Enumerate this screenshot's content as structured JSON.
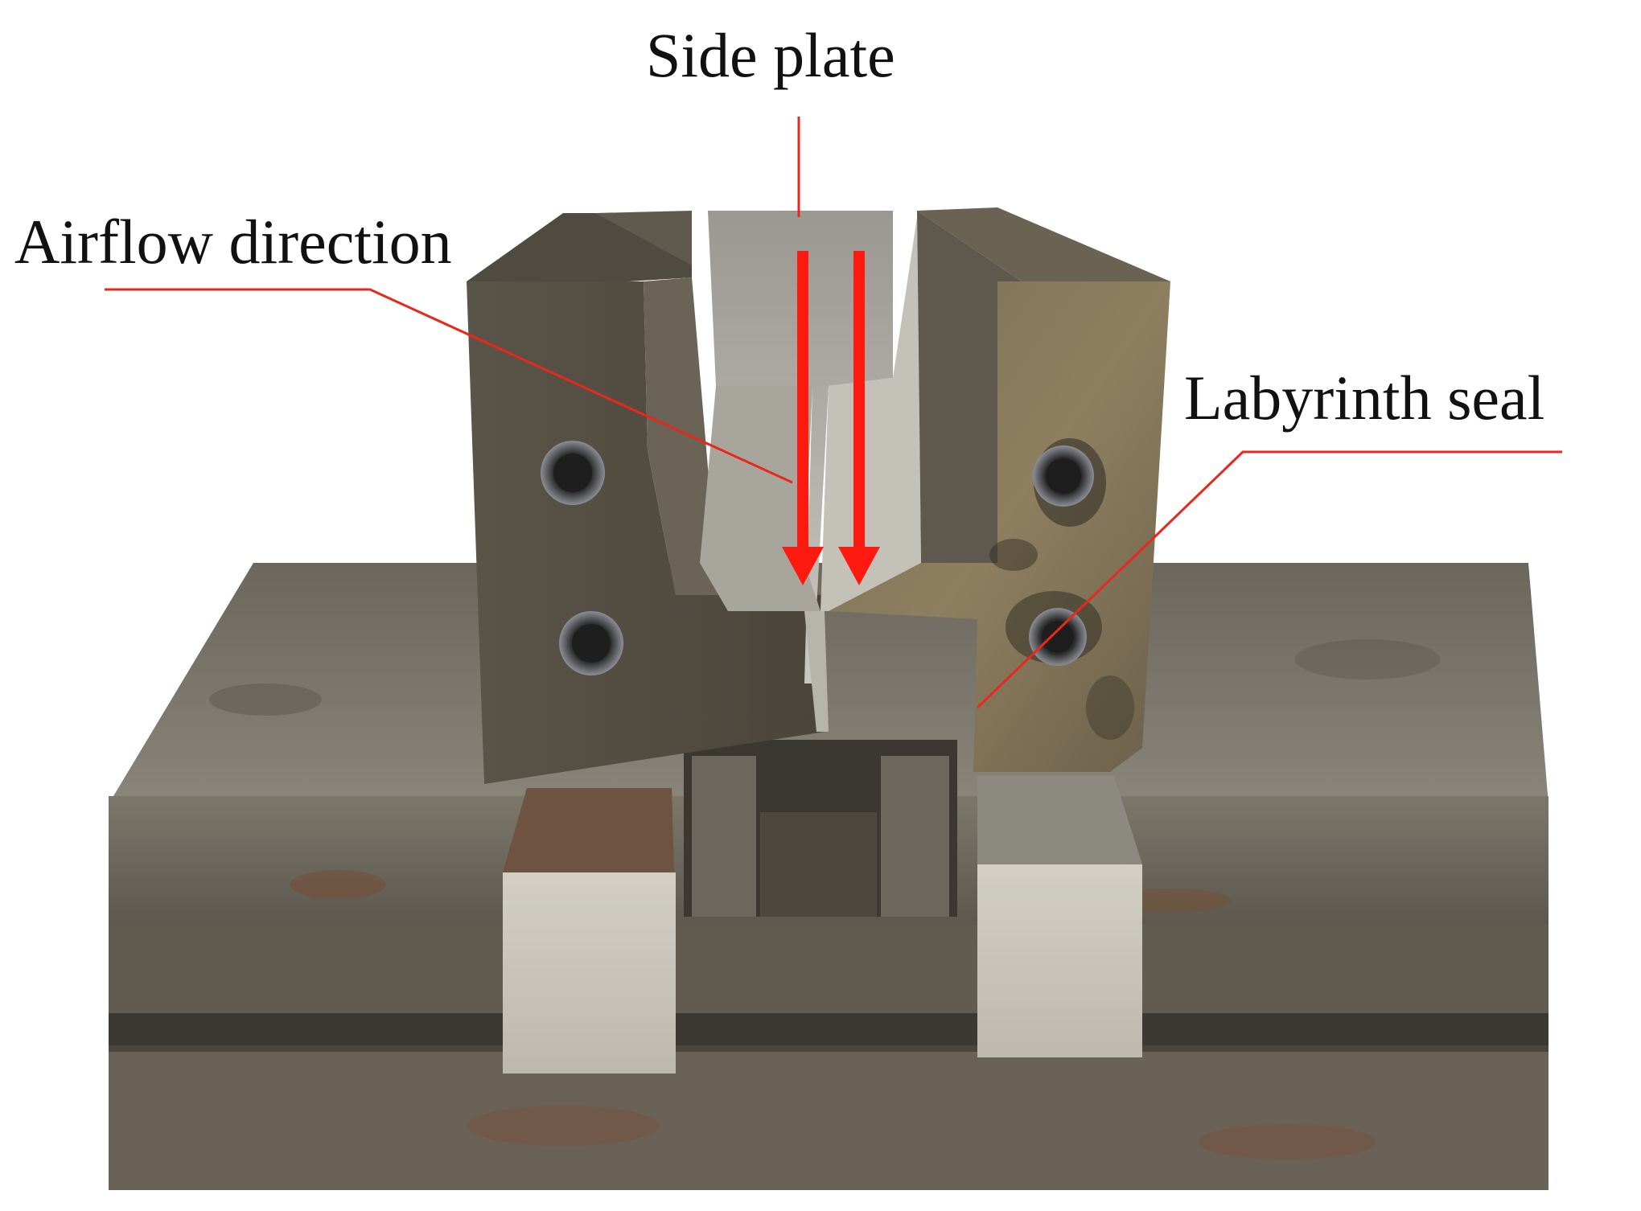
{
  "annotations": {
    "side_plate": "Side plate",
    "airflow_direction": "Airflow direction",
    "labyrinth_seal": "Labyrinth seal"
  },
  "colors": {
    "background": "#ffffff",
    "annotation_text": "#111111",
    "leader_line": "#e8281c",
    "airflow_arrow": "#ff1a10",
    "steel_dark": "#4a463d",
    "steel_mid": "#6f6a5e",
    "steel_light": "#a9a59c",
    "rust": "#7a4a2e"
  }
}
